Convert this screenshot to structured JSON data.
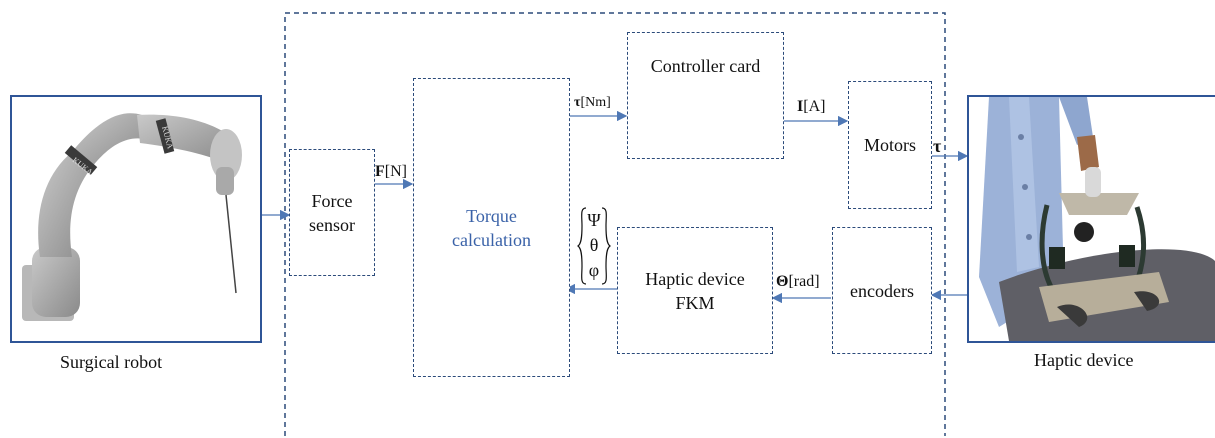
{
  "captions": {
    "surgical_robot": "Surgical robot",
    "haptic_device": "Haptic device"
  },
  "blocks": {
    "force_sensor": [
      "Force",
      "sensor"
    ],
    "torque_calc": [
      "Torque",
      "calculation"
    ],
    "controller_card": "Controller card",
    "motors": "Motors",
    "encoders": "encoders",
    "haptic_fkm": [
      "Haptic device",
      "FKM"
    ]
  },
  "signals": {
    "force": {
      "symbol": "F",
      "unit": "[N]"
    },
    "torque": {
      "symbol": "τ",
      "unit": "[Nm]"
    },
    "current": {
      "symbol": "I",
      "unit": "[A]"
    },
    "motor_torque": {
      "symbol": "τ"
    },
    "angle": {
      "symbol": "Θ",
      "unit": "[rad]"
    },
    "orientation": [
      "Ψ",
      "θ",
      "φ"
    ]
  },
  "robot_label": "KUKA",
  "colors": {
    "line": "#2b4a7a",
    "frame": "#2f5597",
    "accent_text": "#3a62a8"
  }
}
